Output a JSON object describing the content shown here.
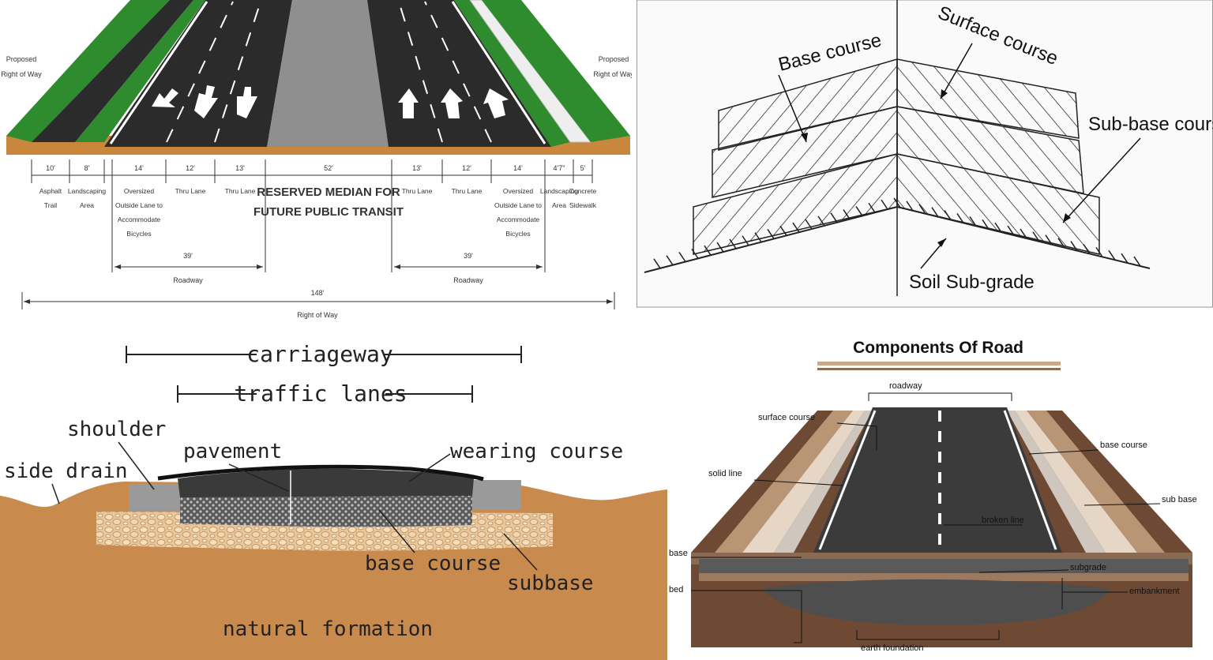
{
  "highway_section": {
    "proposed_row_left": [
      "Proposed",
      "Right of Way"
    ],
    "proposed_row_right": [
      "Proposed",
      "Right of Way"
    ],
    "segments": [
      {
        "width": "10'",
        "label": [
          "Asphalt",
          "Trail"
        ]
      },
      {
        "width": "8'",
        "label": [
          "Landscaping",
          "Area"
        ]
      },
      {
        "width": "14'",
        "label": [
          "Oversized",
          "Outside Lane to",
          "Accommodate",
          "Bicycles"
        ]
      },
      {
        "width": "12'",
        "label": [
          "Thru Lane"
        ]
      },
      {
        "width": "13'",
        "label": [
          "Thru Lane"
        ]
      },
      {
        "width": "52'",
        "label": [
          "RESERVED MEDIAN FOR",
          "FUTURE PUBLIC TRANSIT"
        ]
      },
      {
        "width": "13'",
        "label": [
          "Thru Lane"
        ]
      },
      {
        "width": "12'",
        "label": [
          "Thru Lane"
        ]
      },
      {
        "width": "14'",
        "label": [
          "Oversized",
          "Outside Lane to",
          "Accommodate",
          "Bicycles"
        ]
      },
      {
        "width": "4'7\"",
        "label": [
          "Landscaping",
          "Area"
        ]
      },
      {
        "width": "5'",
        "label": [
          "Concrete",
          "Sidewalk"
        ]
      }
    ],
    "roadway_left": {
      "width": "39'",
      "label": "Roadway"
    },
    "roadway_right": {
      "width": "39'",
      "label": "Roadway"
    },
    "total": {
      "width": "148'",
      "label": "Right of Way"
    }
  },
  "layers_diagram": {
    "labels": {
      "base_course": "Base course",
      "surface_course": "Surface course",
      "sub_base_course": "Sub-base course",
      "soil_sub_grade": "Soil Sub-grade"
    }
  },
  "carriageway_diagram": {
    "labels": {
      "carriageway": "carriageway",
      "traffic_lanes": "traffic lanes",
      "shoulder": "shoulder",
      "pavement": "pavement",
      "wearing_course": "wearing course",
      "side_drain": "side drain",
      "base_course": "base course",
      "subbase": "subbase",
      "natural_formation": "natural formation"
    }
  },
  "components_diagram": {
    "title": "Components Of Road",
    "labels": {
      "roadway": "roadway",
      "surface_course": "surface course",
      "base_course": "base course",
      "solid_line": "solid line",
      "sub_base": "sub base",
      "broken_line": "broken line",
      "base": "base",
      "subgrade": "subgrade",
      "bed": "bed",
      "embankment": "embankment",
      "earth_foundation": "earth foundation"
    }
  },
  "colors": {
    "asphalt": "#2b2b2b",
    "grass": "#2e8b2e",
    "median": "#8f8f8f",
    "soil_top": "#c8873c",
    "earth": "#c98a4e",
    "title_bar": "#c9a98a"
  }
}
